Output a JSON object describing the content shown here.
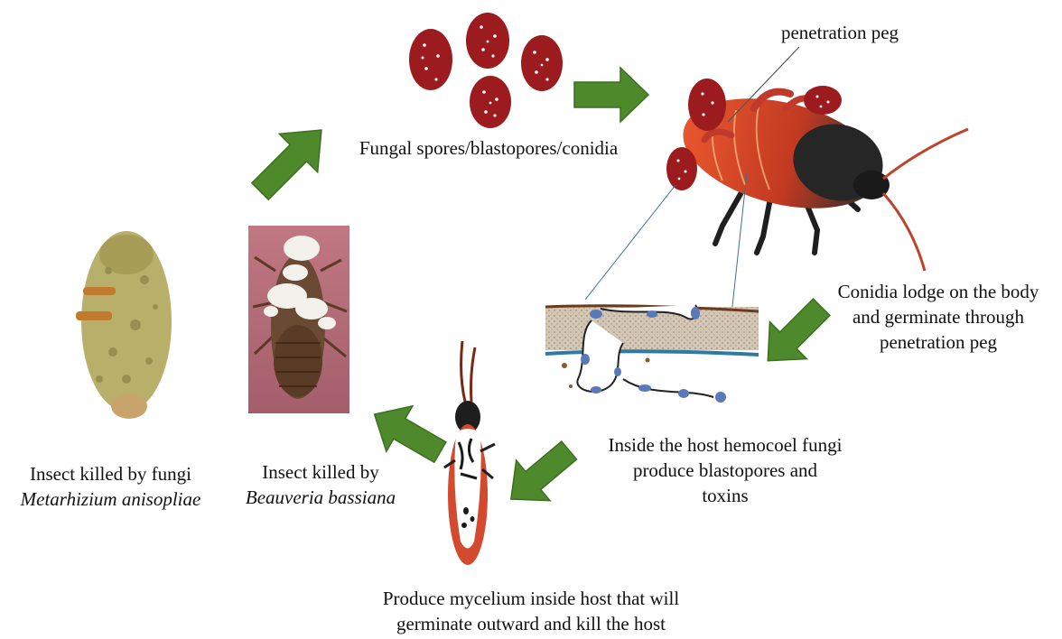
{
  "colors": {
    "arrow": "#4e8a2c",
    "arrow_edge": "#3d6e22",
    "spore": "#9b1b1f",
    "spore_dot": "#ffffff",
    "cockroach_orange": "#d9492a",
    "cockroach_dark": "#1d1d1d",
    "cuticle": "#c9b8a6",
    "hemocoel_line": "#3b6f94",
    "hypha_fill": "#ffffff",
    "hypha_nuclei": "#5a79b9",
    "photo_pink": "#b7707d",
    "insect_olive": "#b8b06a"
  },
  "labels": {
    "spores": "Fungal spores/blastopores/conidia",
    "penetration_peg": "penetration peg",
    "conidia_lodge": [
      "Conidia lodge on the body",
      "and germinate through",
      "penetration peg"
    ],
    "hemocoel": [
      "Inside the host hemocoel fungi",
      "produce blastopores  and",
      "toxins"
    ],
    "mycelium": [
      "Produce mycelium inside host that will",
      "germinate outward and kill the host"
    ],
    "beauveria": [
      "Insect killed by",
      "Beauveria bassiana"
    ],
    "metarhizium": [
      "Insect killed by fungi",
      "Metarhizium anisopliae"
    ]
  },
  "icons": {
    "arrows": [
      "arrow-to-spores",
      "arrow-to-cockroach",
      "arrow-to-hemocoel",
      "arrow-to-mycelium",
      "arrow-to-beauveria"
    ],
    "images": [
      "fungal-spores-cluster",
      "infected-cockroach",
      "cuticle-cross-section",
      "mycelium-filled-insect",
      "beauveria-killed-insect-photo",
      "metarhizium-killed-insect"
    ]
  }
}
